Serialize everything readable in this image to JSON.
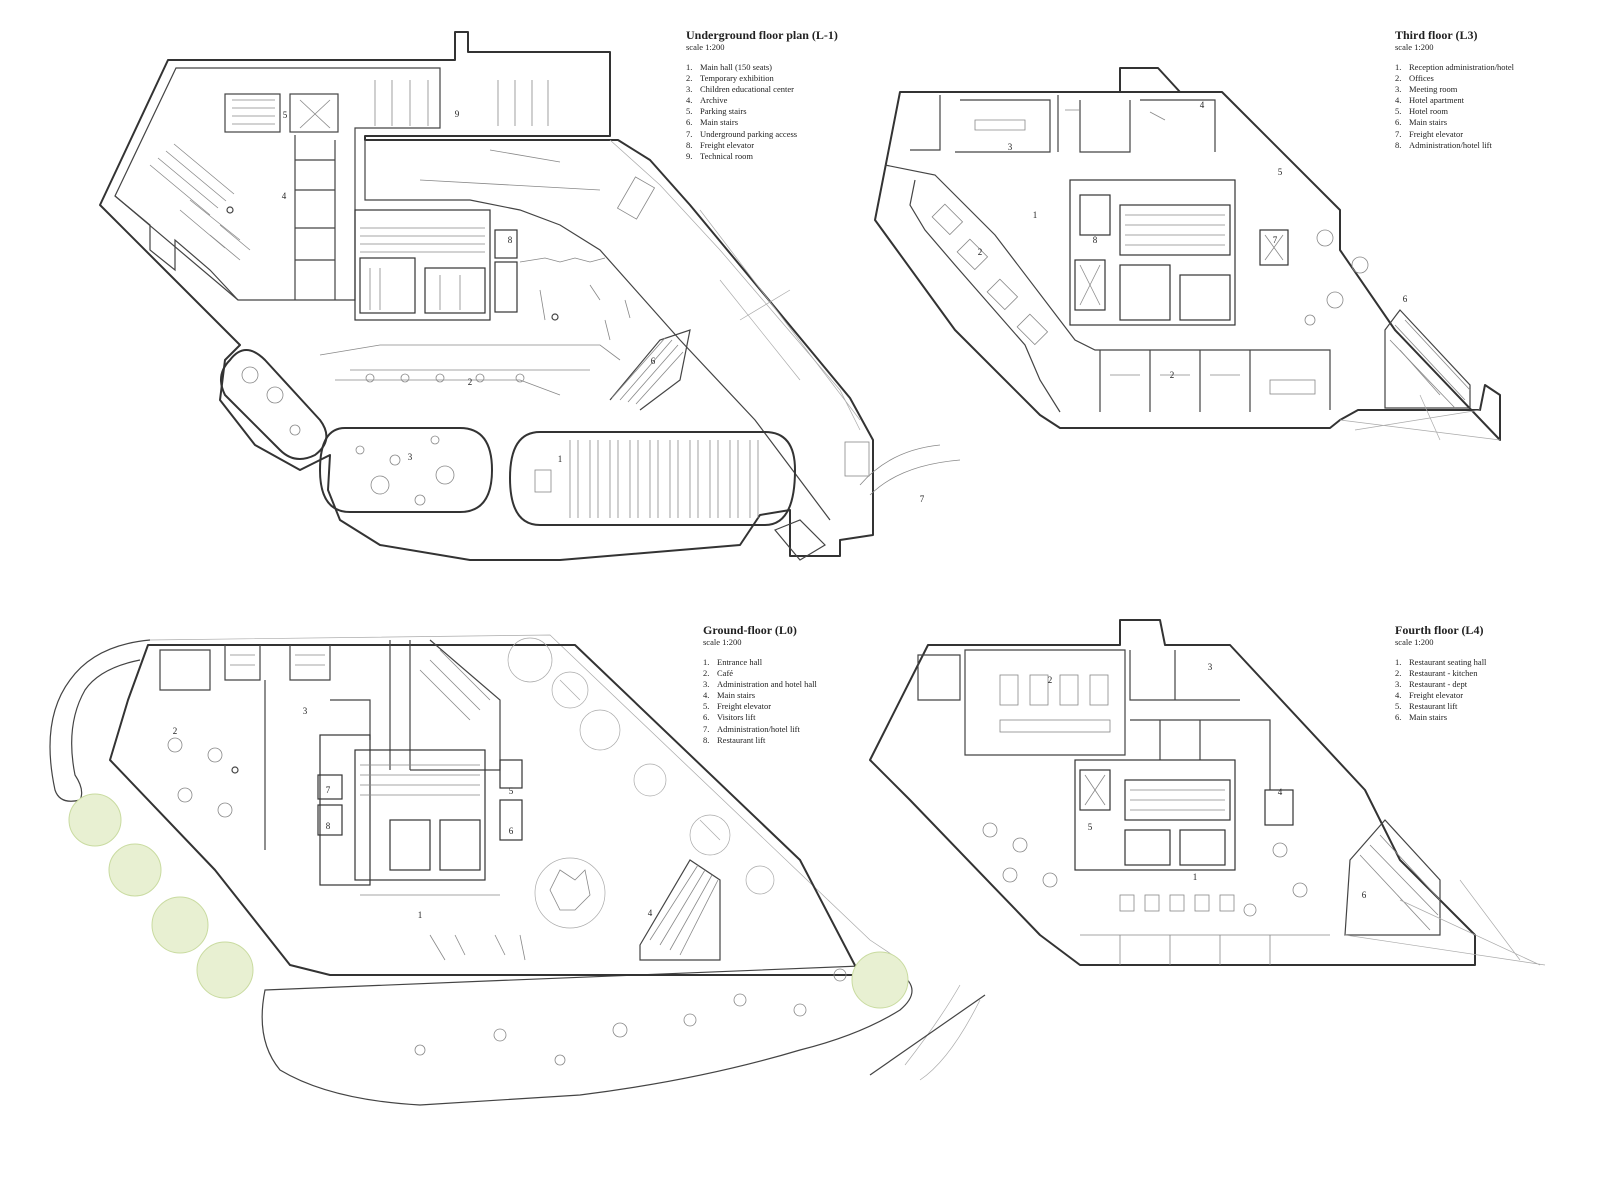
{
  "plans": [
    {
      "title": "Underground floor plan (L-1)",
      "scale": "scale 1:200",
      "items": [
        {
          "n": "1.",
          "label": "Main hall (150 seats)"
        },
        {
          "n": "2.",
          "label": "Temporary exhibition"
        },
        {
          "n": "3.",
          "label": "Children educational center"
        },
        {
          "n": "4.",
          "label": "Archive"
        },
        {
          "n": "5.",
          "label": "Parking stairs"
        },
        {
          "n": "6.",
          "label": "Main stairs"
        },
        {
          "n": "7.",
          "label": "Underground parking access"
        },
        {
          "n": "8.",
          "label": "Freight elevator"
        },
        {
          "n": "9.",
          "label": "Technical room"
        }
      ]
    },
    {
      "title": "Third floor (L3)",
      "scale": "scale 1:200",
      "items": [
        {
          "n": "1.",
          "label": "Reception administration/hotel"
        },
        {
          "n": "2.",
          "label": "Offices"
        },
        {
          "n": "3.",
          "label": "Meeting room"
        },
        {
          "n": "4.",
          "label": "Hotel apartment"
        },
        {
          "n": "5.",
          "label": "Hotel room"
        },
        {
          "n": "6.",
          "label": "Main stairs"
        },
        {
          "n": "7.",
          "label": "Freight elevator"
        },
        {
          "n": "8.",
          "label": "Administration/hotel lift"
        }
      ]
    },
    {
      "title": "Ground-floor (L0)",
      "scale": "scale 1:200",
      "items": [
        {
          "n": "1.",
          "label": "Entrance hall"
        },
        {
          "n": "2.",
          "label": "Café"
        },
        {
          "n": "3.",
          "label": "Administration and hotel hall"
        },
        {
          "n": "4.",
          "label": "Main stairs"
        },
        {
          "n": "5.",
          "label": "Freight elevator"
        },
        {
          "n": "6.",
          "label": "Visitors lift"
        },
        {
          "n": "7.",
          "label": "Administration/hotel lift"
        },
        {
          "n": "8.",
          "label": "Restaurant lift"
        }
      ]
    },
    {
      "title": "Fourth floor (L4)",
      "scale": "scale 1:200",
      "items": [
        {
          "n": "1.",
          "label": "Restaurant seating hall"
        },
        {
          "n": "2.",
          "label": "Restaurant - kitchen"
        },
        {
          "n": "3.",
          "label": "Restaurant - dept"
        },
        {
          "n": "4.",
          "label": "Freight elevator"
        },
        {
          "n": "5.",
          "label": "Restaurant lift"
        },
        {
          "n": "6.",
          "label": "Main stairs"
        }
      ]
    }
  ],
  "room_numbers": {
    "l1": [
      "1",
      "2",
      "3",
      "4",
      "5",
      "6",
      "7",
      "8",
      "9"
    ],
    "l3": [
      "1",
      "2",
      "2",
      "3",
      "4",
      "5",
      "6",
      "7",
      "8"
    ],
    "l0": [
      "1",
      "2",
      "3",
      "4",
      "5",
      "6",
      "7",
      "8"
    ],
    "l4": [
      "1",
      "2",
      "3",
      "4",
      "5",
      "6"
    ]
  },
  "colors": {
    "wall": "#333333",
    "thin": "#888888",
    "tree": "#c9dba0"
  }
}
